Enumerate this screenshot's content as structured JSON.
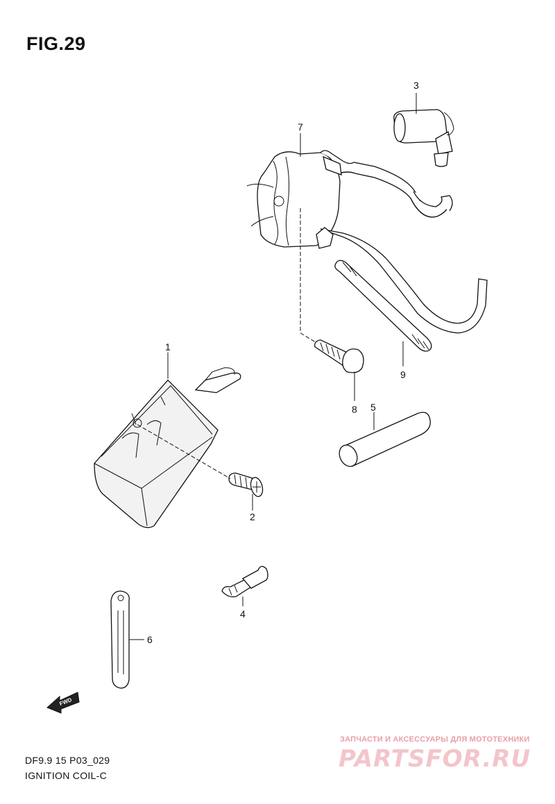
{
  "figure": {
    "title": "FIG.29",
    "model_code": "DF9.9 15 P03_029",
    "caption": "IGNITION COIL-C"
  },
  "callouts": [
    {
      "id": "1",
      "label": "1"
    },
    {
      "id": "2",
      "label": "2"
    },
    {
      "id": "3",
      "label": "3"
    },
    {
      "id": "4",
      "label": "4"
    },
    {
      "id": "5",
      "label": "5"
    },
    {
      "id": "6",
      "label": "6"
    },
    {
      "id": "7",
      "label": "7"
    },
    {
      "id": "8",
      "label": "8"
    },
    {
      "id": "9",
      "label": "9"
    }
  ],
  "fwd_arrow": {
    "label": "FWD"
  },
  "watermark": {
    "tagline": "ЗАПЧАСТИ И АКСЕССУАРЫ ДЛЯ МОТОТЕХНИКИ",
    "brand": "PARTSFOR.RU",
    "color": "#f3c5cb"
  }
}
